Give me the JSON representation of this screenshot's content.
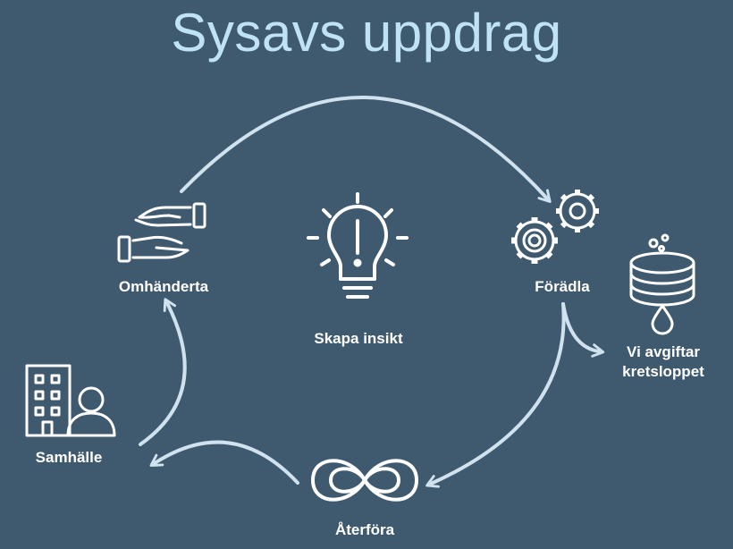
{
  "title": "Sysavs uppdrag",
  "center": {
    "label": "Skapa insikt",
    "icon": "lightbulb-icon"
  },
  "nodes": {
    "omhanderta": {
      "label": "Omhänderta",
      "icon": "hands-icon"
    },
    "foradla": {
      "label": "Förädla",
      "icon": "gears-icon"
    },
    "avgiftar": {
      "label_line1": "Vi avgiftar",
      "label_line2": "kretsloppet",
      "icon": "detox-stack-icon"
    },
    "aterfora": {
      "label": "Återföra",
      "icon": "infinity-loop-icon"
    },
    "samhalle": {
      "label": "Samhälle",
      "icon": "building-person-icon"
    }
  },
  "colors": {
    "background": "#3f5a6e",
    "arrow": "#cfe2ee",
    "title": "#bfe3f4",
    "icon": "#ffffff"
  }
}
